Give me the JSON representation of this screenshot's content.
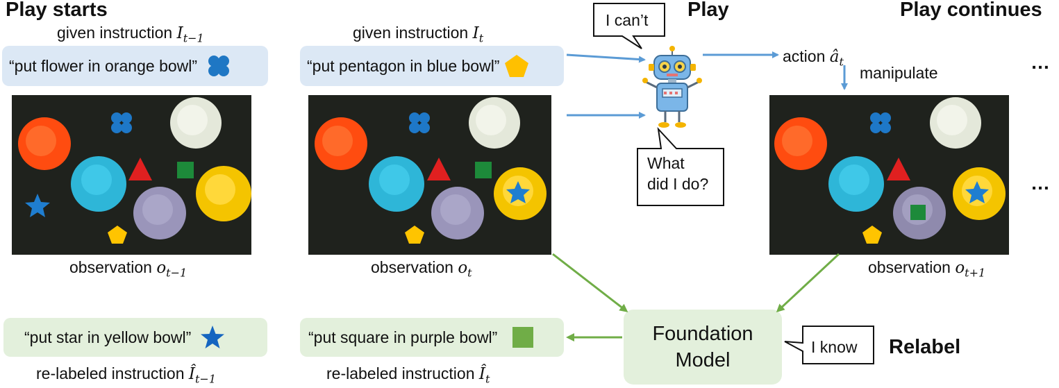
{
  "headings": {
    "play_starts": "Play starts",
    "play": "Play",
    "play_continues": "Play continues",
    "relabel": "Relabel"
  },
  "captions": {
    "given_prev": "given instruction ",
    "given_prev_math": "I",
    "given_prev_sub": "t−1",
    "given_cur": "given instruction ",
    "given_cur_math": "I",
    "given_cur_sub": "t",
    "obs_prev": "observation ",
    "obs_prev_math": "o",
    "obs_prev_sub": "t−1",
    "obs_cur": "observation ",
    "obs_cur_math": "o",
    "obs_cur_sub": "t",
    "obs_next": "observation ",
    "obs_next_math": "o",
    "obs_next_sub": "t+1",
    "relabel_prev": "re-labeled instruction ",
    "relabel_prev_math": "Î",
    "relabel_prev_sub": "t−1",
    "relabel_cur": "re-labeled instruction ",
    "relabel_cur_math": "Î",
    "relabel_cur_sub": "t",
    "action": "action ",
    "action_math": "â",
    "action_sub": "t",
    "manipulate": "manipulate"
  },
  "instructions": {
    "given_prev": "“put flower in orange bowl”",
    "given_cur": "“put pentagon in blue bowl”",
    "relabel_prev": "“put star in yellow bowl”",
    "relabel_cur": "“put square in purple bowl”"
  },
  "bubbles": {
    "cant": "I can’t",
    "what_line1": "What",
    "what_line2": "did I do?",
    "know": "I know"
  },
  "model": {
    "line1": "Foundation",
    "line2": "Model"
  },
  "ellipsis": "…",
  "colors": {
    "blue_arrow": "#5b9bd5",
    "green_arrow": "#70ad47",
    "blue_box": "#dce8f5",
    "green_box": "#e3f0dc",
    "flower": "#1f77c4",
    "pentagon": "#ffc000",
    "star": "#1565c0",
    "square": "#70ad47"
  }
}
